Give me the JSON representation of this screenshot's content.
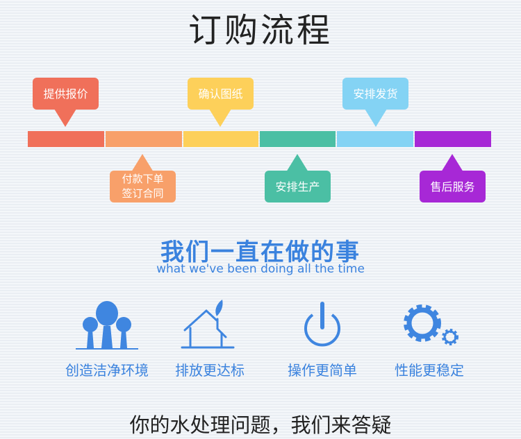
{
  "title": "订购流程",
  "steps": [
    {
      "label": "提供报价",
      "color": "#f0705a"
    },
    {
      "label": "付款下单\n签订合同",
      "color": "#f8a06a"
    },
    {
      "label": "确认图纸",
      "color": "#fdd05a"
    },
    {
      "label": "安排生产",
      "color": "#4bbfa4"
    },
    {
      "label": "安排发货",
      "color": "#84d3f4"
    },
    {
      "label": "售后服务",
      "color": "#a728d6"
    }
  ],
  "section": {
    "heading": "我们一直在做的事",
    "subheading": "what we've been doing all the time"
  },
  "features": [
    {
      "label": "创造洁净环境",
      "icon": "trees-icon"
    },
    {
      "label": "排放更达标",
      "icon": "house-leaf-icon"
    },
    {
      "label": "操作更简单",
      "icon": "power-icon"
    },
    {
      "label": "性能更稳定",
      "icon": "gears-icon"
    }
  ],
  "footer": "你的水处理问题，我们来答疑",
  "accent": "#3a82de"
}
